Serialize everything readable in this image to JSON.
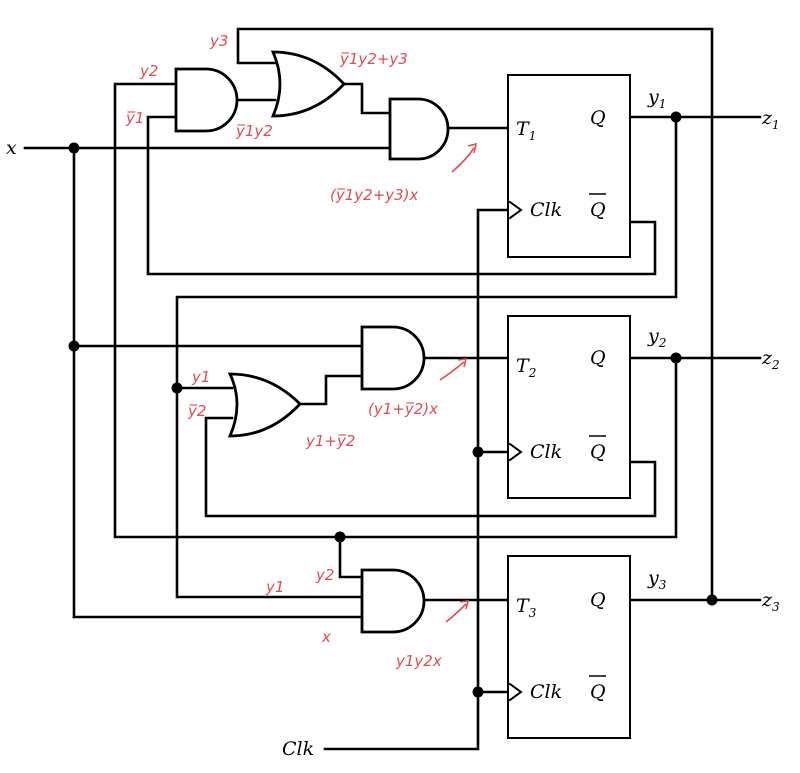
{
  "inputs": {
    "x": "x",
    "clk": "Clk"
  },
  "flipflops": [
    {
      "t": "T",
      "t_sub": "1",
      "q": "Q",
      "qbar": "Q",
      "clk": "Clk",
      "out_var": "y",
      "out_sub": "1",
      "z": "z",
      "z_sub": "1"
    },
    {
      "t": "T",
      "t_sub": "2",
      "q": "Q",
      "qbar": "Q",
      "clk": "Clk",
      "out_var": "y",
      "out_sub": "2",
      "z": "z",
      "z_sub": "2"
    },
    {
      "t": "T",
      "t_sub": "3",
      "q": "Q",
      "qbar": "Q",
      "clk": "Clk",
      "out_var": "y",
      "out_sub": "3",
      "z": "z",
      "z_sub": "3"
    }
  ],
  "annotations": {
    "and1_in_top": "y2",
    "and1_in_bot": "y̅1",
    "or1_in_top": "y3",
    "or1_out": "y̅1y2+y3",
    "and1_out": "y̅1y2",
    "t1_expr": "(y̅1y2+y3)x",
    "or2_in_top": "y1",
    "or2_in_bot": "y̅2",
    "or2_out": "y1+y̅2",
    "t2_expr": "(y1+y̅2)x",
    "and3_in_y1": "y1",
    "and3_in_y2": "y2",
    "and3_in_x": "x",
    "t3_expr": "y1y2x"
  }
}
